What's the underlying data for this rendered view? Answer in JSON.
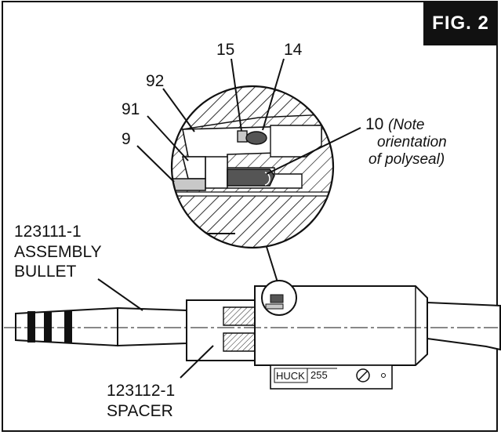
{
  "figure": {
    "badge": "FIG. 2"
  },
  "callouts": {
    "c15": "15",
    "c14": "14",
    "c92": "92",
    "c91": "91",
    "c9": "9",
    "c10": "10",
    "c10_note_line1": "(Note",
    "c10_note_line2": "orientation",
    "c10_note_line3": "of polyseal)"
  },
  "parts": {
    "bullet_number": "123111-1",
    "bullet_line2": "ASSEMBLY",
    "bullet_line3": "BULLET",
    "spacer_number": "123112-1",
    "spacer_name": "SPACER"
  },
  "tool_marking": {
    "brand": "HUCK",
    "model": "255"
  }
}
